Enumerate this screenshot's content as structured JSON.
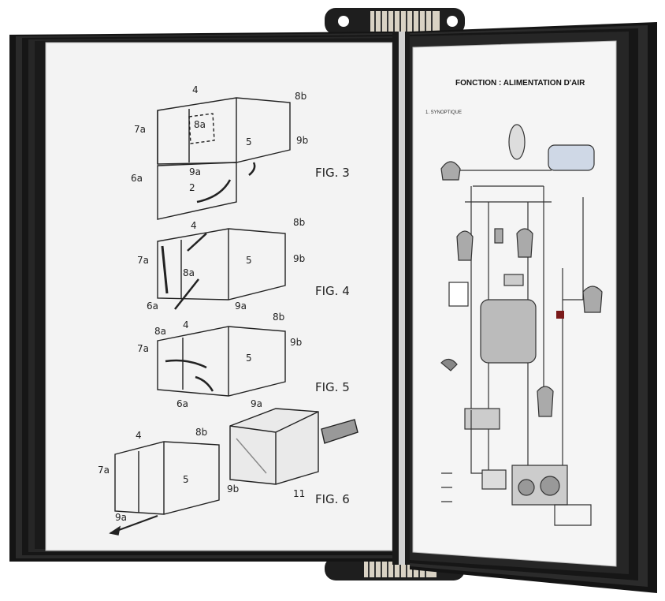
{
  "left_page": {
    "figures": [
      {
        "label": "FIG. 3",
        "parts": [
          "4",
          "8b",
          "7a",
          "8a",
          "5",
          "9b",
          "6a",
          "9a",
          "2"
        ]
      },
      {
        "label": "FIG. 4",
        "parts": [
          "4",
          "8b",
          "7a",
          "8a",
          "5",
          "9b",
          "6a",
          "9a"
        ]
      },
      {
        "label": "FIG. 5",
        "parts": [
          "8a",
          "4",
          "8b",
          "7a",
          "5",
          "9b",
          "6a",
          "9a"
        ]
      },
      {
        "label": "FIG. 6",
        "parts": [
          "4",
          "8b",
          "7a",
          "5",
          "9b",
          "11",
          "9a"
        ]
      }
    ]
  },
  "right_page": {
    "title": "FONCTION : ALIMENTATION D'AIR",
    "section": "1. SYNOPTIQUE"
  },
  "colors": {
    "frame": "#1c1c1c",
    "page": "#f4f4f4",
    "ink": "#222222",
    "accent": "#7a1a1a"
  }
}
